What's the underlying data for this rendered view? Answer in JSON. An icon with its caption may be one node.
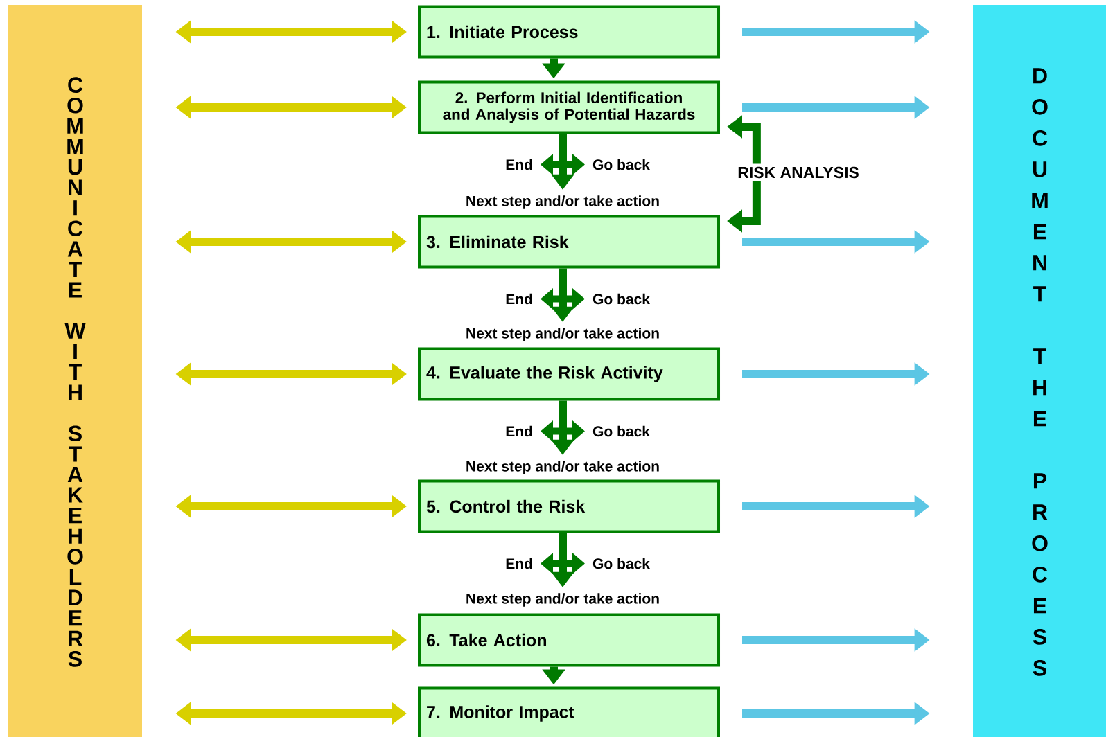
{
  "diagram": {
    "nodes": [
      {
        "text": [
          "COMMUNICATE WITH STAKEHOLDERS"
        ]
      },
      {
        "text": [
          "DOCUMENT THE PROCESS"
        ]
      },
      {
        "text": [
          "1. Initiate Process"
        ]
      },
      {
        "text": [
          "2. Perform Initial Identification and Analysis of Potential Hazards"
        ]
      },
      {
        "text": [
          "3. Eliminate Risk"
        ]
      },
      {
        "text": [
          "4. Evaluate the Risk Activity"
        ]
      },
      {
        "text": [
          "5. Control the Risk"
        ]
      },
      {
        "text": [
          "6. Take Action"
        ]
      },
      {
        "text": [
          "7. Monitor Impact"
        ]
      },
      {
        "text": [
          "RISK ANALYSIS"
        ]
      },
      {
        "text": [
          "Next step and/or take action"
        ]
      },
      {
        "text": [
          "Next step and/or take action"
        ]
      },
      {
        "text": [
          "Next step and/or take action"
        ]
      },
      {
        "text": [
          "Next step and/or take action"
        ]
      }
    ],
    "edges": [
      {
        "from": 0,
        "to": 2,
        "arrow": "both",
        "color": "#d8d000"
      },
      {
        "from": 0,
        "to": 3,
        "arrow": "both",
        "color": "#d8d000"
      },
      {
        "from": 0,
        "to": 4,
        "arrow": "both",
        "color": "#d8d000"
      },
      {
        "from": 0,
        "to": 5,
        "arrow": "both",
        "color": "#d8d000"
      },
      {
        "from": 0,
        "to": 6,
        "arrow": "both",
        "color": "#d8d000"
      },
      {
        "from": 0,
        "to": 7,
        "arrow": "both",
        "color": "#d8d000"
      },
      {
        "from": 0,
        "to": 8,
        "arrow": "both",
        "color": "#d8d000"
      },
      {
        "from": 2,
        "to": 1,
        "arrow": "to",
        "color": "#5cc6e4"
      },
      {
        "from": 3,
        "to": 1,
        "arrow": "to",
        "color": "#5cc6e4"
      },
      {
        "from": 4,
        "to": 1,
        "arrow": "to",
        "color": "#5cc6e4"
      },
      {
        "from": 5,
        "to": 1,
        "arrow": "to",
        "color": "#5cc6e4"
      },
      {
        "from": 6,
        "to": 1,
        "arrow": "to",
        "color": "#5cc6e4"
      },
      {
        "from": 7,
        "to": 1,
        "arrow": "to",
        "color": "#5cc6e4"
      },
      {
        "from": 8,
        "to": 1,
        "arrow": "to",
        "color": "#5cc6e4"
      },
      {
        "from": 2,
        "to": 3,
        "arrow": "to",
        "color": "#007a00"
      },
      {
        "from": 3,
        "to": 10,
        "arrow": "to",
        "color": "#007a00"
      },
      {
        "from": 4,
        "to": 11,
        "arrow": "to",
        "color": "#007a00"
      },
      {
        "from": 5,
        "to": 12,
        "arrow": "to",
        "color": "#007a00"
      },
      {
        "from": 6,
        "to": 13,
        "arrow": "to",
        "color": "#007a00"
      },
      {
        "from": 7,
        "to": 8,
        "arrow": "to",
        "color": "#007a00"
      },
      {
        "from": 9,
        "to": 3,
        "arrow": "to",
        "color": "#007a00"
      },
      {
        "from": 9,
        "to": 4,
        "arrow": "to",
        "color": "#007a00"
      }
    ],
    "labels": [
      "End",
      "Go back",
      "End",
      "Go back",
      "End",
      "Go back",
      "End",
      "Go back"
    ]
  }
}
